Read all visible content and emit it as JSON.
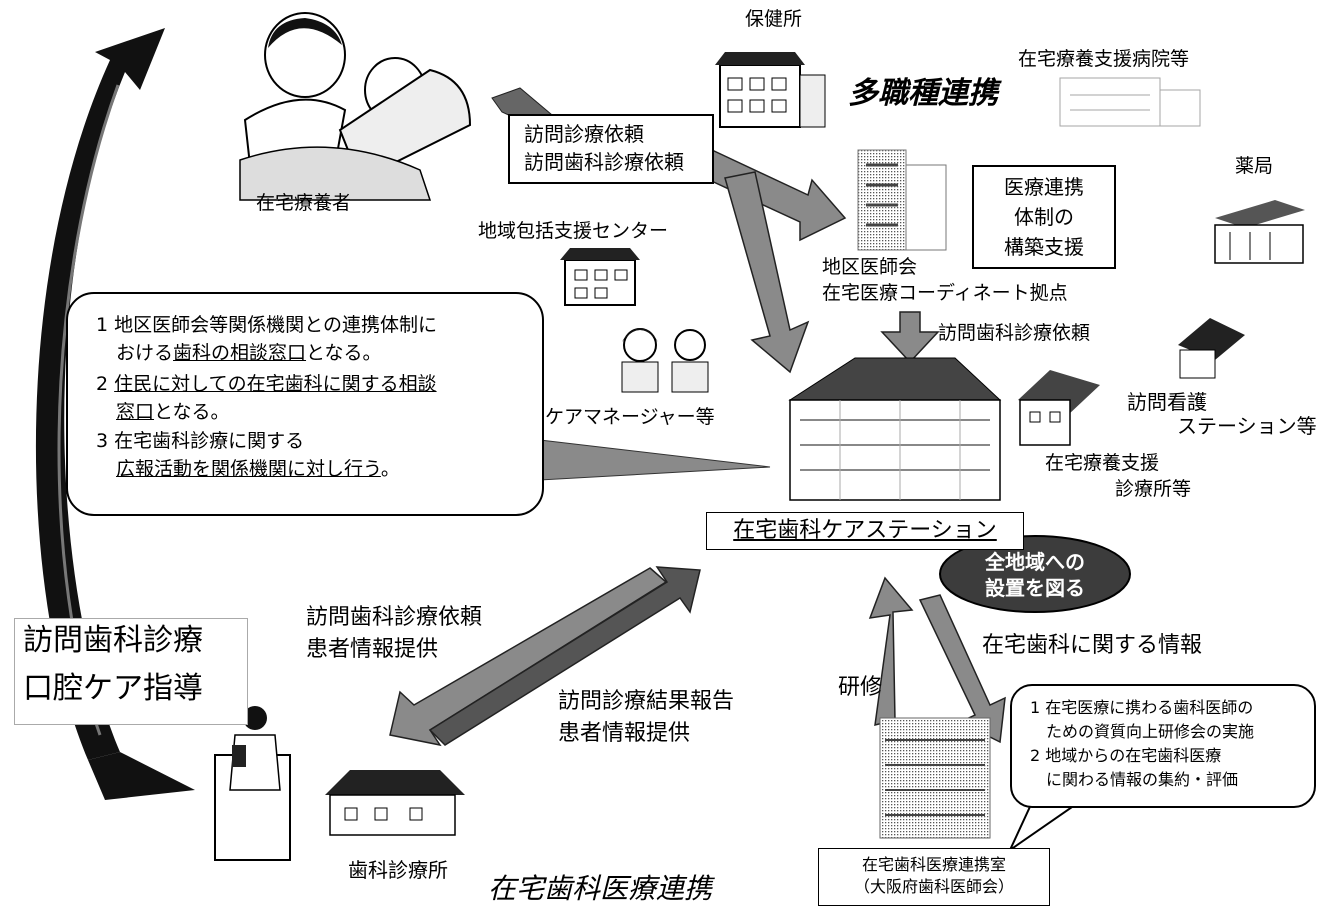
{
  "labels": {
    "patient": "在宅療養者",
    "health_center": "保健所",
    "multi_job": "多職種連携",
    "home_care_hospital": "在宅療養支援病院等",
    "visit_request_1": "訪問診療依頼",
    "visit_request_2": "訪問歯科診療依頼",
    "medical_coop_1": "医療連携",
    "medical_coop_2": "体制の",
    "medical_coop_3": "構築支援",
    "pharmacy": "薬局",
    "community_center": "地域包括支援センター",
    "district_assoc_1": "地区医師会",
    "district_assoc_2": "在宅医療コーディネート拠点",
    "dental_request_mid": "訪問歯科診療依頼",
    "care_manager": "ケアマネージャー等",
    "nursing_station_1": "訪問看護",
    "nursing_station_2": "ステーション等",
    "home_clinic_1": "在宅療養支援",
    "home_clinic_2": "診療所等",
    "dental_care_station": "在宅歯科ケアステーション",
    "all_region_1": "全地域への",
    "all_region_2": "設置を図る",
    "dental_request_left_1": "訪問歯科診療依頼",
    "dental_request_left_2": "患者情報提供",
    "result_report_1": "訪問診療結果報告",
    "result_report_2": "患者情報提供",
    "dental_info": "在宅歯科に関する情報",
    "training": "研修",
    "visit_dental_1": "訪問歯科診療",
    "visit_dental_2": "口腔ケア指導",
    "dental_clinic": "歯科診療所",
    "dental_coop": "在宅歯科医療連携",
    "coop_office_1": "在宅歯科医療連携室",
    "coop_office_2": "（大阪府歯科医師会）"
  },
  "roles": {
    "r1_num": "1",
    "r1_a": "地区医師会等関係機関との連携体制に",
    "r1_b": "おける",
    "r1_c": "歯科の相談窓口",
    "r1_d": "となる。",
    "r2_num": "2",
    "r2_a": "住民に対しての在宅歯科に関する相談",
    "r2_b": "窓口",
    "r2_c": "となる。",
    "r3_num": "3",
    "r3_a": "在宅歯科診療に関する",
    "r3_b": "広報活動を関係機関に対し行う",
    "r3_c": "。"
  },
  "office_roles": {
    "o1": "1 在宅医療に携わる歯科医師の",
    "o2": "ための資質向上研修会の実施",
    "o3": "2 地域からの在宅歯科医療",
    "o4": "に関わる情報の集約・評価"
  }
}
